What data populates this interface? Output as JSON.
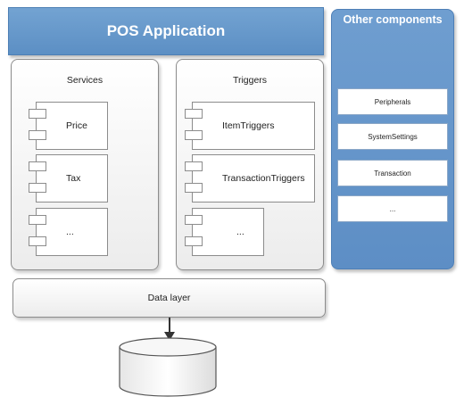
{
  "header": {
    "title": "POS Application"
  },
  "other_components": {
    "title": "Other components",
    "items": [
      "Peripherals",
      "SystemSettings",
      "Transaction",
      "..."
    ]
  },
  "services": {
    "title": "Services",
    "items": [
      "Price",
      "Tax",
      "..."
    ]
  },
  "triggers": {
    "title": "Triggers",
    "items": [
      "ItemTriggers",
      "TransactionTriggers",
      "..."
    ]
  },
  "data_layer": {
    "label": "Data layer"
  }
}
